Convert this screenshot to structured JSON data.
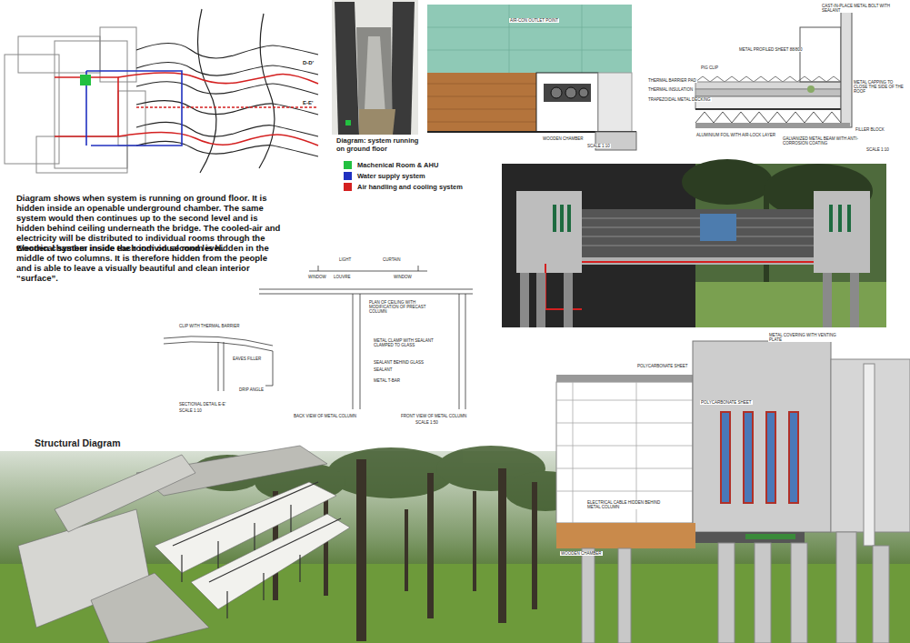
{
  "diagram": {
    "labels": [
      "D-D'",
      "E-E'",
      "Diagram: system running on ground floor",
      "Diagram shows when system is running on ground floor. It is hidden inside an openable underground chamber. The same system would then continues up to the second level and is hidden behind ceiling underneath the bridge. The cooled-air and electricity will be distributed to individual rooms through the wooden chamber inside the room on second level.",
      "Electrical system inside each individual room is hidden in the middle of two columns. It is therefore hidden from the people and is able to leave a visually beautiful and clean interior “surface”.",
      "Structural Diagram",
      "AIR-CON OUTLET POINT",
      "WOODEN CHAMBER",
      "SCALE 1:10",
      "CAST-IN-PLACE METAL BOLT WITH SEALANT",
      "METAL PROFILED SHEET 88/800",
      "PIG CLIP",
      "THERMAL BARRIER PAD",
      "THERMAL INSULATION",
      "TRAPEZOIDAL METAL DECKING",
      "METAL CAPPING TO CLOSE THE SIDE OF THE ROOF",
      "FILLER BLOCK",
      "ALUMINIUM FOIL WITH AIR-LOCK LAYER",
      "GALVANIZED METAL BEAM WITH ANTI-CORROSION COATING",
      "SCALE 1:10",
      "LIGHT",
      "CURTAIN",
      "WINDOW",
      "LOUVRE",
      "WINDOW",
      "PLAN OF CEILING WITH MODIFICATION OF PRECAST COLUMN",
      "CLIP WITH THERMAL BARRIER",
      "EAVES FILLER",
      "DRIP ANGLE",
      "SECTIONAL DETAIL E-E'",
      "SCALE 1:10",
      "METAL CLAMP WITH SEALANT CLAMPED TO GLASS",
      "SEALANT BEHIND GLASS",
      "SEALANT",
      "METAL T-BAR",
      "BACK VIEW OF METAL COLUMN",
      "FRONT VIEW OF METAL COLUMN",
      "SCALE 1:50",
      "METAL COVERING WITH VENTING PLATE",
      "POLYCARBONATE SHEET",
      "POLYCARBONATE SHEET",
      "ELECTRICAL CABLE HIDDEN BEHIND METAL COLUMN",
      "WOODEN CHAMBER"
    ],
    "legend": [
      {
        "text": "Machenical Room & AHU",
        "color": "#22c040"
      },
      {
        "text": "Water supply system",
        "color": "#2030c0"
      },
      {
        "text": "Air handling and cooling system",
        "color": "#d42020"
      }
    ]
  }
}
